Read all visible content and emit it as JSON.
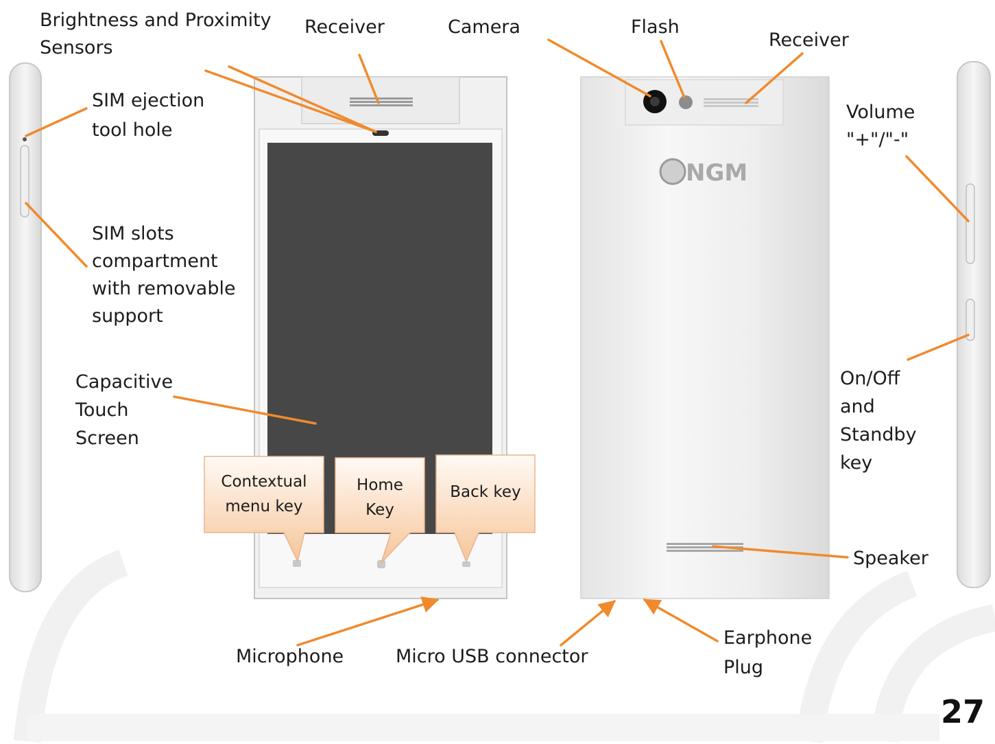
{
  "labels": {
    "brightness_sensors": "Brightness and Proximity\nSensors",
    "receiver_front": "Receiver",
    "camera": "Camera",
    "flash": "Flash",
    "receiver_back": "Receiver",
    "sim_ejection": "SIM ejection\ntool hole",
    "sim_slots": "SIM slots\ncompartment\nwith removable\nsupport",
    "capacitive": "Capacitive\nTouch\nScreen",
    "volume": "Volume\n\"+\"/\"-\"",
    "onoff": "On/Off\nand\nStandby\nkey",
    "speaker": "Speaker",
    "microphone": "Microphone",
    "micro_usb": "Micro USB connector",
    "earphone": "Earphone\nPlug"
  },
  "callouts": {
    "contextual": "Contextual\nmenu key",
    "home": "Home\nKey",
    "back": "Back key"
  },
  "brand": "NGM",
  "page_number": "27",
  "colors": {
    "leader": "#f08a2c",
    "screen": "#474747",
    "callout_top": "#fffaf5",
    "callout_bottom": "#f8c89e"
  }
}
